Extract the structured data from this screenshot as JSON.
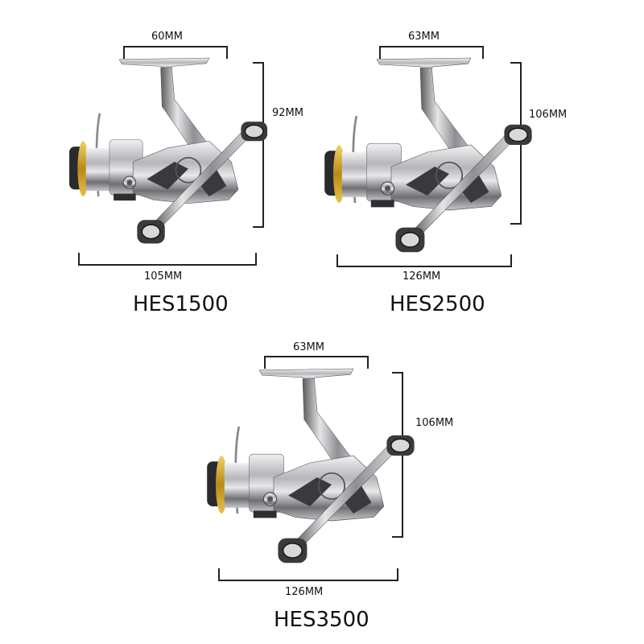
{
  "reels": [
    {
      "model": "HES1500",
      "handle_width": "60MM",
      "height": "92MM",
      "length": "105MM"
    },
    {
      "model": "HES2500",
      "handle_width": "63MM",
      "height": "106MM",
      "length": "126MM"
    },
    {
      "model": "HES3500",
      "handle_width": "63MM",
      "height": "106MM",
      "length": "126MM"
    }
  ],
  "colors": {
    "background": "#ffffff",
    "text": "#111111",
    "bracket": "#222222",
    "chrome_light": "#e4e4e6",
    "chrome_mid": "#a9a9ad",
    "chrome_dark": "#4a4a4e",
    "gold_ring": "#c9a227",
    "knob": "#3a3a3c"
  }
}
